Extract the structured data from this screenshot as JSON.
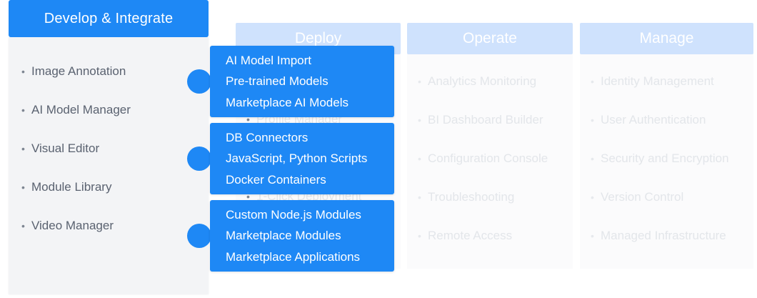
{
  "develop": {
    "title": "Develop & Integrate",
    "items": [
      "Image Annotation",
      "AI Model Manager",
      "Visual Editor",
      "Module Library",
      "Video Manager"
    ]
  },
  "deploy": {
    "title": "Deploy",
    "hidden_items": [
      "Profile Manager",
      "1-Click Deployment"
    ]
  },
  "operate": {
    "title": "Operate",
    "items": [
      "Analytics Monitoring",
      "BI Dashboard Builder",
      "Configuration Console",
      "Troubleshooting",
      "Remote Access"
    ]
  },
  "manage": {
    "title": "Manage",
    "items": [
      "Identity Management",
      "User Authentication",
      "Security and Encryption",
      "Version Control",
      "Managed Infrastructure"
    ]
  },
  "callouts": [
    {
      "lines": [
        "AI Model Import",
        "Pre-trained Models",
        "Marketplace AI Models"
      ]
    },
    {
      "lines": [
        "DB Connectors",
        "JavaScript, Python Scripts",
        "Docker Containers"
      ]
    },
    {
      "lines": [
        "Custom Node.js Modules",
        "Marketplace Modules",
        "Marketplace Applications"
      ]
    }
  ],
  "bullet_char": "•",
  "colors": {
    "primary": "#1e88f5",
    "faded_header": "#cfe2fd"
  }
}
